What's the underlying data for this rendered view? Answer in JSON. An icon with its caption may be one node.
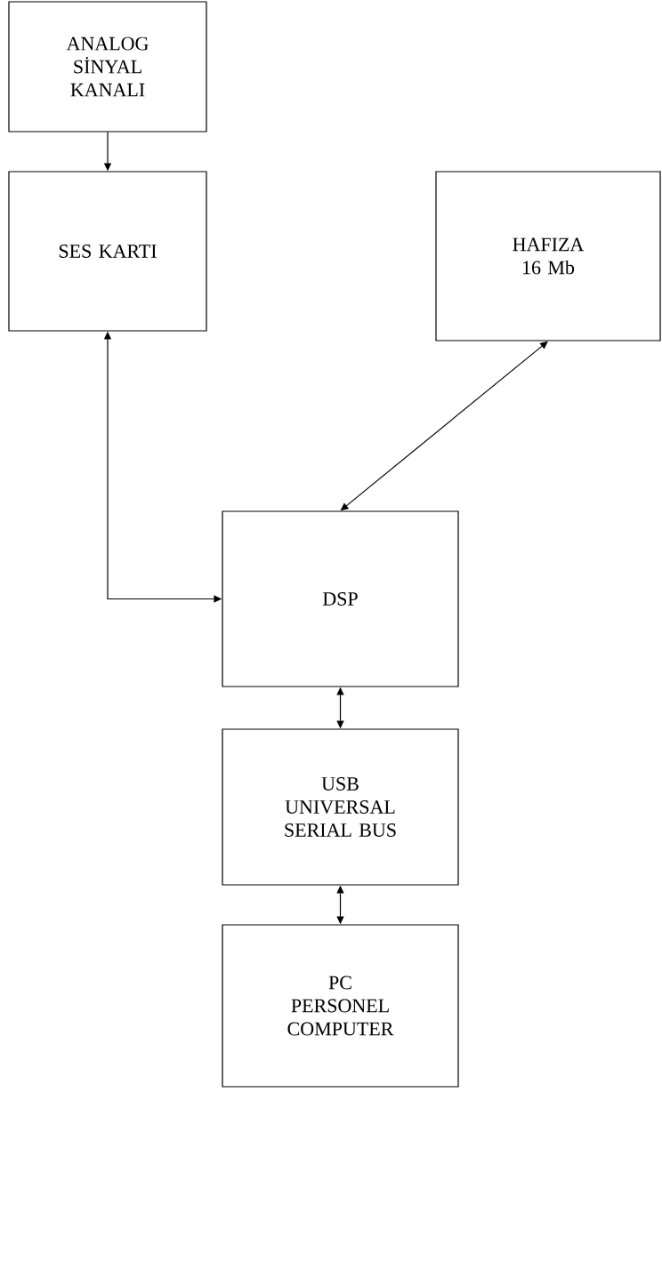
{
  "diagram": {
    "nodes": [
      {
        "text": [
          "ANALOG SİNYAL KANALI"
        ]
      },
      {
        "text": [
          "SES KARTI"
        ]
      },
      {
        "text": [
          "HAFIZA 16 Mb"
        ]
      },
      {
        "text": [
          "DSP"
        ]
      },
      {
        "text": [
          "USB UNIVERSAL SERIAL BUS"
        ]
      },
      {
        "text": [
          "PC PERSONEL COMPUTER"
        ]
      }
    ],
    "edges": [
      {
        "from": 0,
        "to": 1,
        "arrow": "to"
      },
      {
        "from": 1,
        "to": 3,
        "arrow": "both"
      },
      {
        "from": 2,
        "to": 3,
        "arrow": "both"
      },
      {
        "from": 3,
        "to": 4,
        "arrow": "both"
      },
      {
        "from": 4,
        "to": 5,
        "arrow": "both"
      }
    ]
  }
}
